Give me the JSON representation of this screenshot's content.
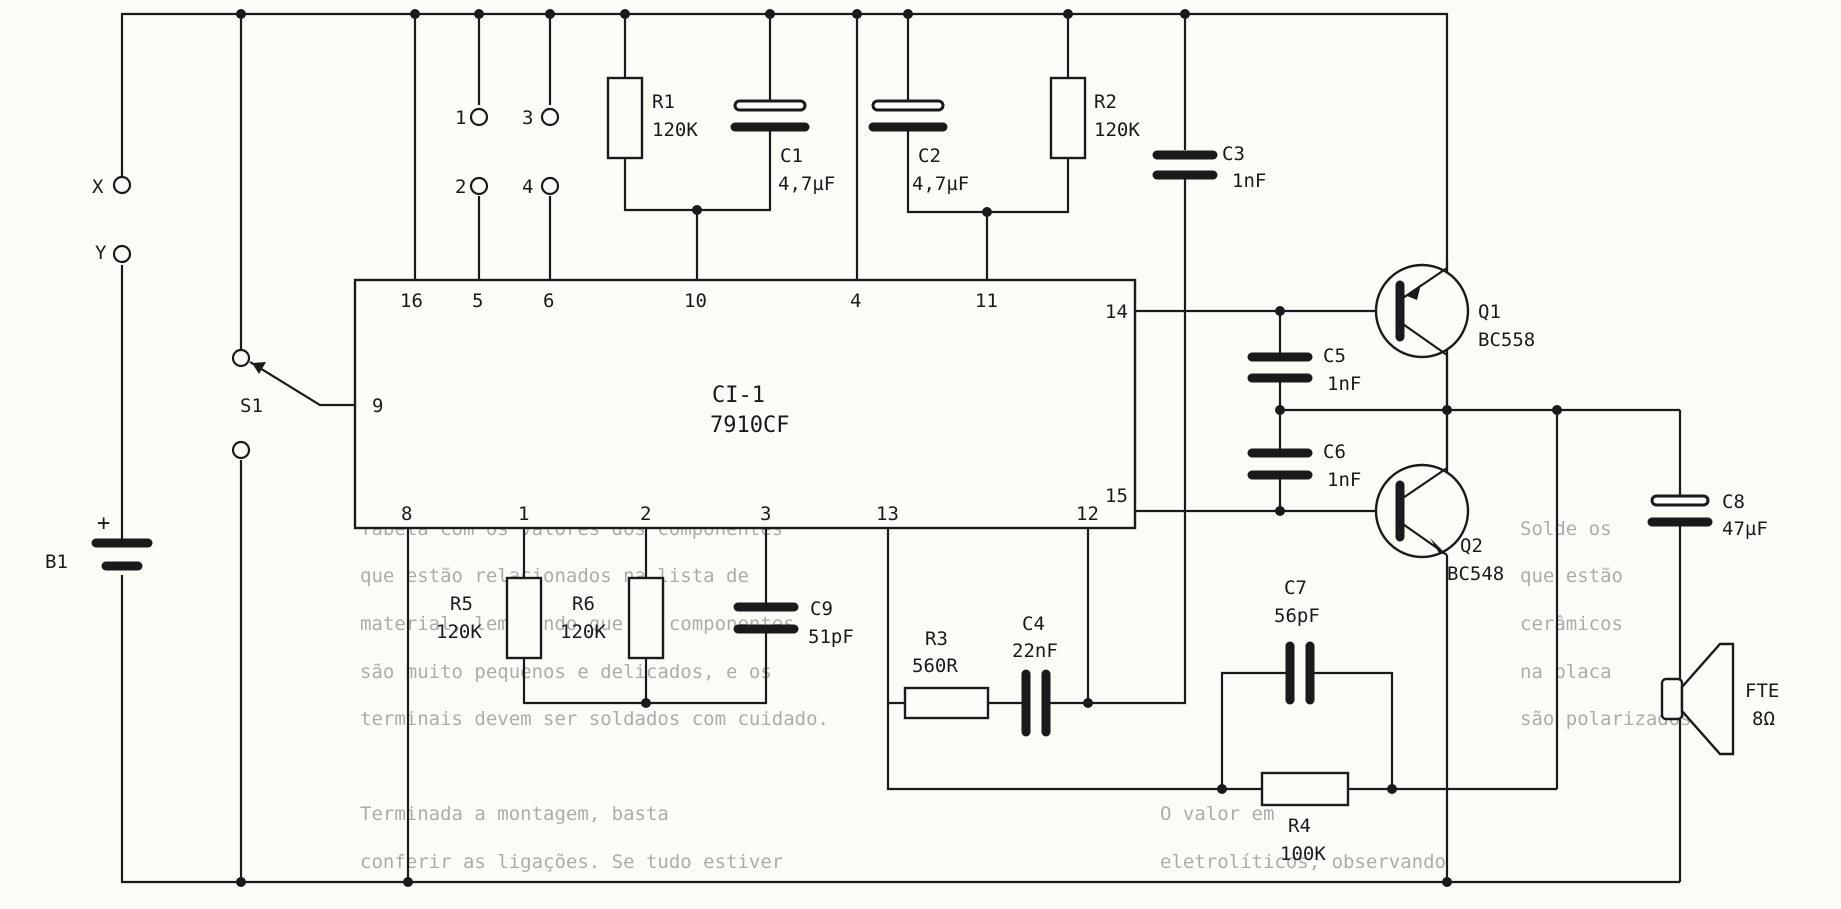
{
  "ic": {
    "name": "CI-1",
    "part": "7910CF"
  },
  "pins": {
    "p16": "16",
    "p5": "5",
    "p6": "6",
    "p10": "10",
    "p4": "4",
    "p11": "11",
    "p14": "14",
    "p9": "9",
    "p15": "15",
    "p8": "8",
    "p1": "1",
    "p2": "2",
    "p3": "3",
    "p13": "13",
    "p12": "12"
  },
  "terminals": {
    "x": "X",
    "y": "Y",
    "t1": "1",
    "t2": "2",
    "t3": "3",
    "t4": "4"
  },
  "components": {
    "r1": {
      "ref": "R1",
      "value": "120K"
    },
    "r2": {
      "ref": "R2",
      "value": "120K"
    },
    "r3": {
      "ref": "R3",
      "value": "560R"
    },
    "r4": {
      "ref": "R4",
      "value": "100K"
    },
    "r5": {
      "ref": "R5",
      "value": "120K"
    },
    "r6": {
      "ref": "R6",
      "value": "120K"
    },
    "c1": {
      "ref": "C1",
      "value": "4,7µF"
    },
    "c2": {
      "ref": "C2",
      "value": "4,7µF"
    },
    "c3": {
      "ref": "C3",
      "value": "1nF"
    },
    "c4": {
      "ref": "C4",
      "value": "22nF"
    },
    "c5": {
      "ref": "C5",
      "value": "1nF"
    },
    "c6": {
      "ref": "C6",
      "value": "1nF"
    },
    "c7": {
      "ref": "C7",
      "value": "56pF"
    },
    "c8": {
      "ref": "C8",
      "value": "47µF"
    },
    "c9": {
      "ref": "C9",
      "value": "51pF"
    },
    "q1": {
      "ref": "Q1",
      "value": "BC558"
    },
    "q2": {
      "ref": "Q2",
      "value": "BC548"
    },
    "s1": {
      "ref": "S1"
    },
    "b1": {
      "ref": "B1",
      "polarity": "+"
    },
    "fte": {
      "ref": "FTE",
      "value": "8Ω"
    }
  },
  "background_text": {
    "lines": [
      "Tabela com os valores dos componentes",
      "que estão relacionados na lista de",
      "material, lembrando que os componentes",
      "são muito pequenos e delicados, e os",
      "terminais devem ser soldados com cuidado.",
      "   Terminada a montagem, basta",
      "conferir as ligações. Se tudo estiver"
    ],
    "right_lines": [
      "Solde os",
      "que estão",
      "cerâmicos",
      "na placa",
      "são polarizados",
      "O valor em",
      "eletrolíticos, observando"
    ]
  },
  "colors": {
    "ink": "#1a1a1a",
    "paper": "#fbfbf8"
  }
}
